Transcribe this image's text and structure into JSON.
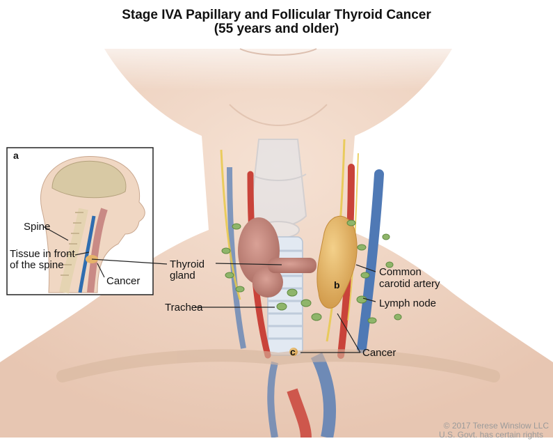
{
  "title_line1": "Stage IVA Papillary and Follicular Thyroid Cancer",
  "title_line2": "(55 years and older)",
  "inset": {
    "letter": "a",
    "labels": {
      "spine": "Spine",
      "tissue_line1": "Tissue in front",
      "tissue_line2": "of the spine",
      "cancer": "Cancer"
    }
  },
  "labels": {
    "thyroid_line1": "Thyroid",
    "thyroid_line2": "gland",
    "trachea": "Trachea",
    "carotid_line1": "Common",
    "carotid_line2": "carotid artery",
    "lymph": "Lymph node",
    "cancer": "Cancer"
  },
  "markers": {
    "b": "b",
    "c": "c"
  },
  "copyright_line1": "© 2017 Terese Winslow LLC",
  "copyright_line2": "U.S. Govt. has certain rights",
  "colors": {
    "skin": "#efd2bd",
    "thyroid": "#c98a7e",
    "tumor": "#e6b46a",
    "artery": "#c9433a",
    "vein": "#4f79b5",
    "lymph_node": "#8fb56a",
    "nerve": "#e8c94a"
  }
}
